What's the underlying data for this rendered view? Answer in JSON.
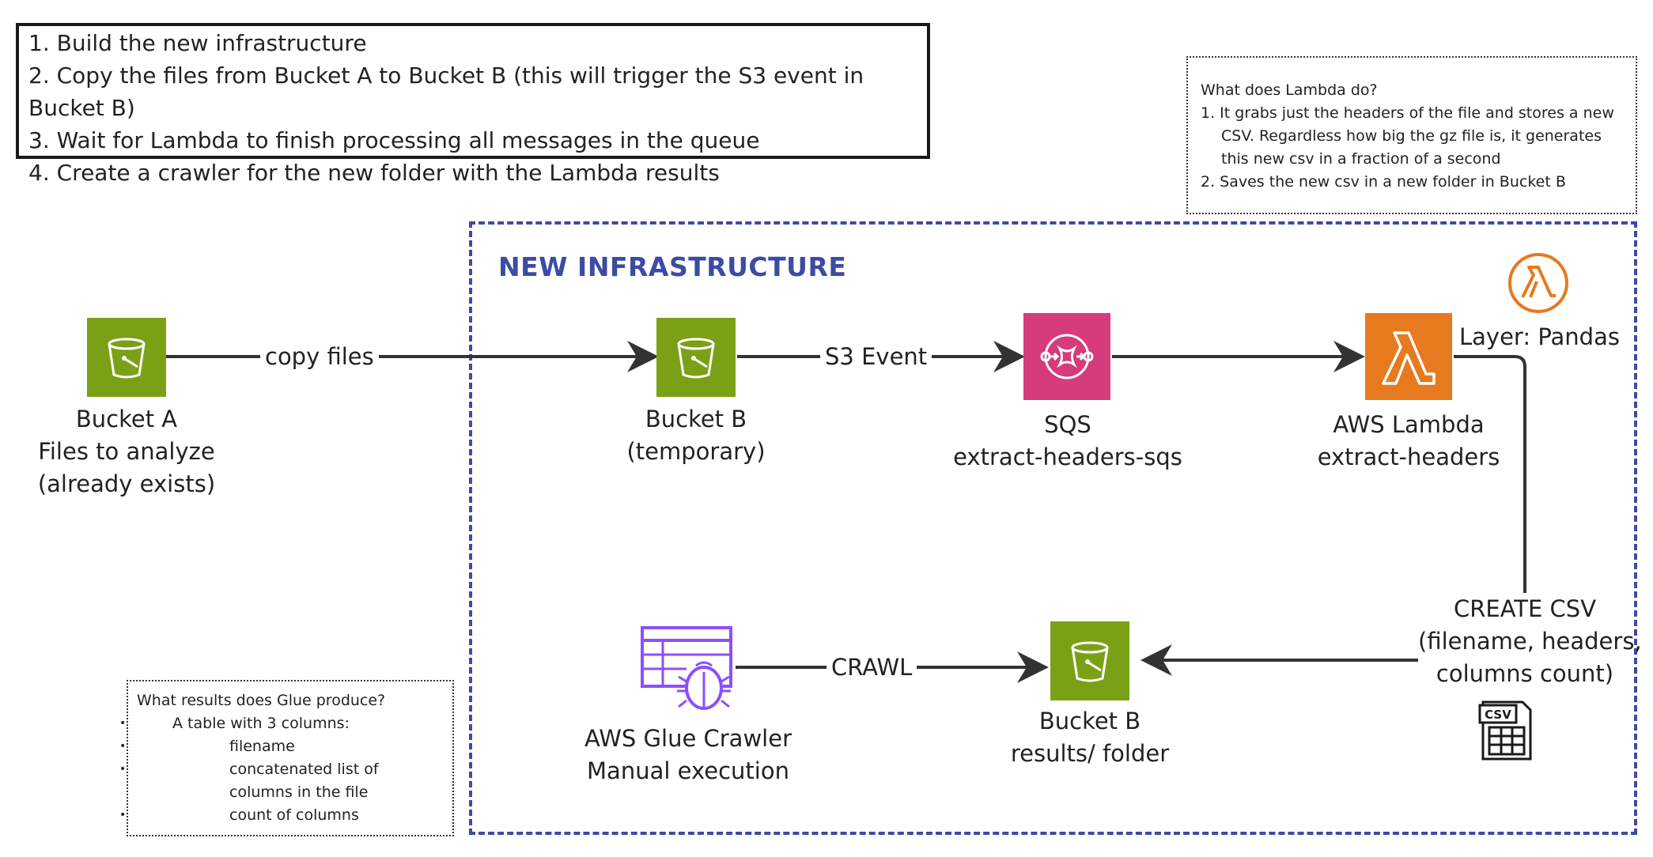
{
  "steps": [
    "1. Build the new infrastructure",
    "2. Copy the files from Bucket A to Bucket B (this will trigger the S3 event in Bucket B)",
    "3. Wait for Lambda to finish processing all messages in the queue",
    "4. Create a crawler for the new folder with the Lambda results"
  ],
  "lambda_note": {
    "title": "What does Lambda do?",
    "items": [
      "1. It grabs just the headers of the file and stores a new CSV. Regardless how big the gz file is, it generates this new csv in a fraction of a second",
      "2. Saves the new csv in a new folder in Bucket B"
    ]
  },
  "glue_note": {
    "title": "What results does Glue produce?",
    "item": "A table with 3 columns:",
    "subitems": [
      "filename",
      "concatenated list of columns in the file",
      "count of columns"
    ]
  },
  "infrastructure_title": "NEW INFRASTRUCTURE",
  "nodes": {
    "bucket_a": {
      "line1": "Bucket A",
      "line2": "Files to analyze",
      "line3": "(already exists)"
    },
    "bucket_b_temp": {
      "line1": "Bucket B",
      "line2": "(temporary)"
    },
    "sqs": {
      "line1": "SQS",
      "line2": "extract-headers-sqs"
    },
    "lambda": {
      "line1": "AWS Lambda",
      "line2": "extract-headers"
    },
    "layer": {
      "label": "Layer: Pandas"
    },
    "bucket_b_results": {
      "line1": "Bucket B",
      "line2": "results/ folder"
    },
    "glue": {
      "line1": "AWS Glue Crawler",
      "line2": "Manual execution"
    },
    "csv_icon_text": "CSV"
  },
  "edges": {
    "copy_files": "copy files",
    "s3_event": "S3 Event",
    "create_csv_line1": "CREATE CSV",
    "create_csv_line2": "(filename, headers,",
    "create_csv_line3": "columns count)",
    "crawl": "CRAWL"
  },
  "colors": {
    "s3": "#7aa116",
    "sqs": "#d63b7b",
    "lambda": "#e7791f",
    "glue": "#8c4fff",
    "infra_border": "#3c4ba3"
  }
}
